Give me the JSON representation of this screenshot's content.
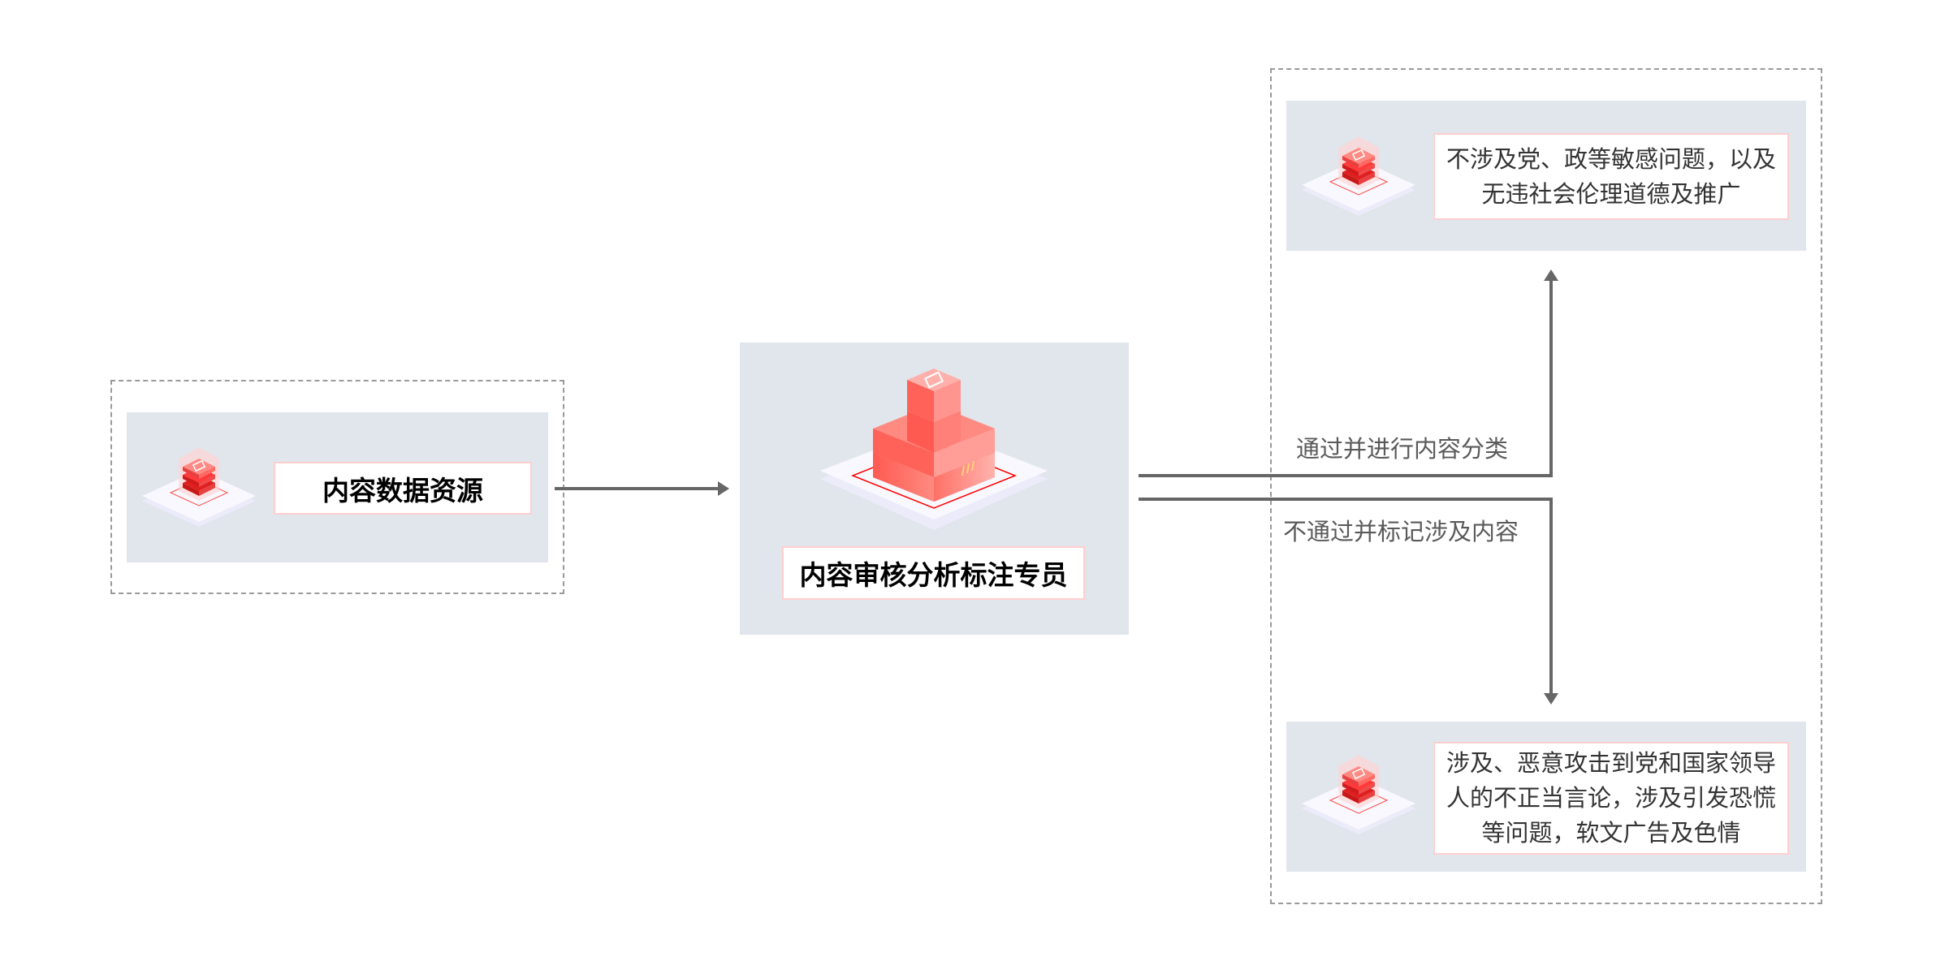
{
  "source": {
    "label": "内容数据资源"
  },
  "reviewer": {
    "label": "内容审核分析标注专员"
  },
  "flows": {
    "pass_label": "通过并进行内容分类",
    "fail_label": "不通过并标记涉及内容"
  },
  "outcomes": {
    "pass_text": "不涉及党、政等敏感问题，以及无违社会伦理道德及推广",
    "fail_text": "涉及、恶意攻击到党和国家领导人的不正当言论，涉及引发恐慌等问题，软文广告及色情"
  },
  "colors": {
    "accent": "#ff5a52",
    "panel": "#e1e5ec",
    "line": "#666666",
    "label_border": "#ffcfcf"
  }
}
